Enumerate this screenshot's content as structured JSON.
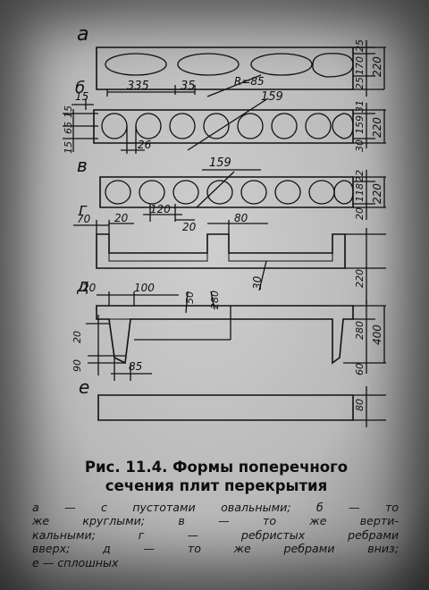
{
  "figure": {
    "labels": {
      "a": "а",
      "b": "б",
      "v": "в",
      "g": "г",
      "d": "д",
      "e": "е"
    },
    "dims": {
      "a_width": "335",
      "a_gap": "35",
      "a_radius": "R=85",
      "a_right": [
        "25",
        "170",
        "25"
      ],
      "a_total": "220",
      "b_left_15": "15",
      "b_left_stack": [
        "15",
        "65",
        "15"
      ],
      "b_hole": "159",
      "b_gap": "26",
      "b_right": [
        "31",
        "159",
        "30"
      ],
      "b_total": "220",
      "v_hole": "159",
      "v_w": "120",
      "v_gap": "20",
      "v_right": [
        "22",
        "118",
        "20"
      ],
      "v_total": "220",
      "g_left": "70",
      "g_rib": "20",
      "g_right": "80",
      "g_thick": "30",
      "g_right_stack": [
        "220"
      ],
      "d_top_left": "20",
      "d_top_right": "100",
      "d_rib": "50",
      "d_h": "280",
      "d_side_a": "20",
      "d_side_b": "90",
      "d_bottom": "85",
      "d_right": [
        "280",
        "60"
      ],
      "d_total": "400",
      "e_thick": "80"
    }
  },
  "caption": {
    "title_line1": "Рис.   11.4.  Формы  поперечного",
    "title_line2": "сечения  плит  перекрытия",
    "body_lines": [
      "а — с пустотами овальными; б — то",
      "же  круглыми;  в — то  же  верти-",
      "кальными; г — ребристых ребрами",
      "вверх;  д — то  же  ребрами  вниз;",
      "е — сплошных"
    ]
  }
}
